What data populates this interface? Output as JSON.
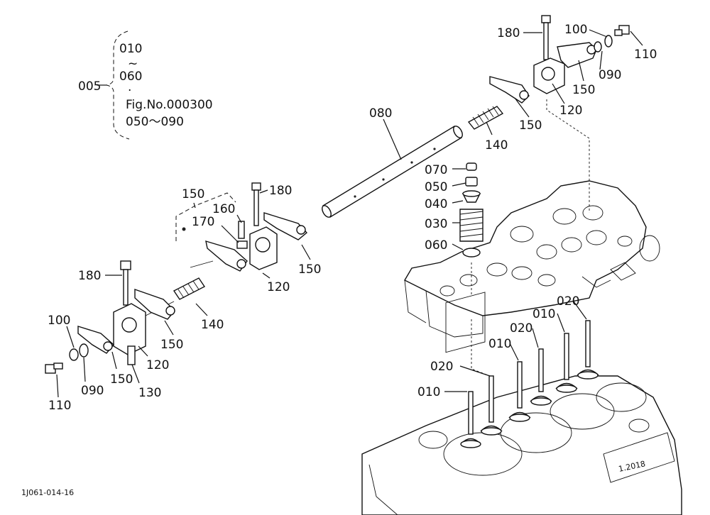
{
  "legend": {
    "group": "005",
    "range_start": "010",
    "tilde": "~",
    "range_end": "060",
    "dot": "·",
    "fig_ref": "Fig.No.000300",
    "fig_range": "050～090"
  },
  "callouts": {
    "c180_top": "180",
    "c100_top": "100",
    "c110_top": "110",
    "c090_top": "090",
    "c150_top": "150",
    "c120_top": "120",
    "c150_mid": "150",
    "c140_top": "140",
    "c080": "080",
    "c070": "070",
    "c050": "050",
    "c040": "040",
    "c030": "030",
    "c060": "060",
    "c150_grp": "150",
    "c180_mid": "180",
    "c160": "160",
    "c170": "170",
    "c150_mid2": "150",
    "c120_mid": "120",
    "c180_left": "180",
    "c140_left": "140",
    "c100_left": "100",
    "c150_left1": "150",
    "c120_left": "120",
    "c090_left": "090",
    "c150_left2": "150",
    "c130": "130",
    "c110_left": "110",
    "c020_a": "020",
    "c010_a": "010",
    "c020_b": "020",
    "c010_b": "010",
    "c020_c": "020",
    "c010_c": "010"
  },
  "engine_marking": "1.2018",
  "figure_code": "1J061-014-16"
}
